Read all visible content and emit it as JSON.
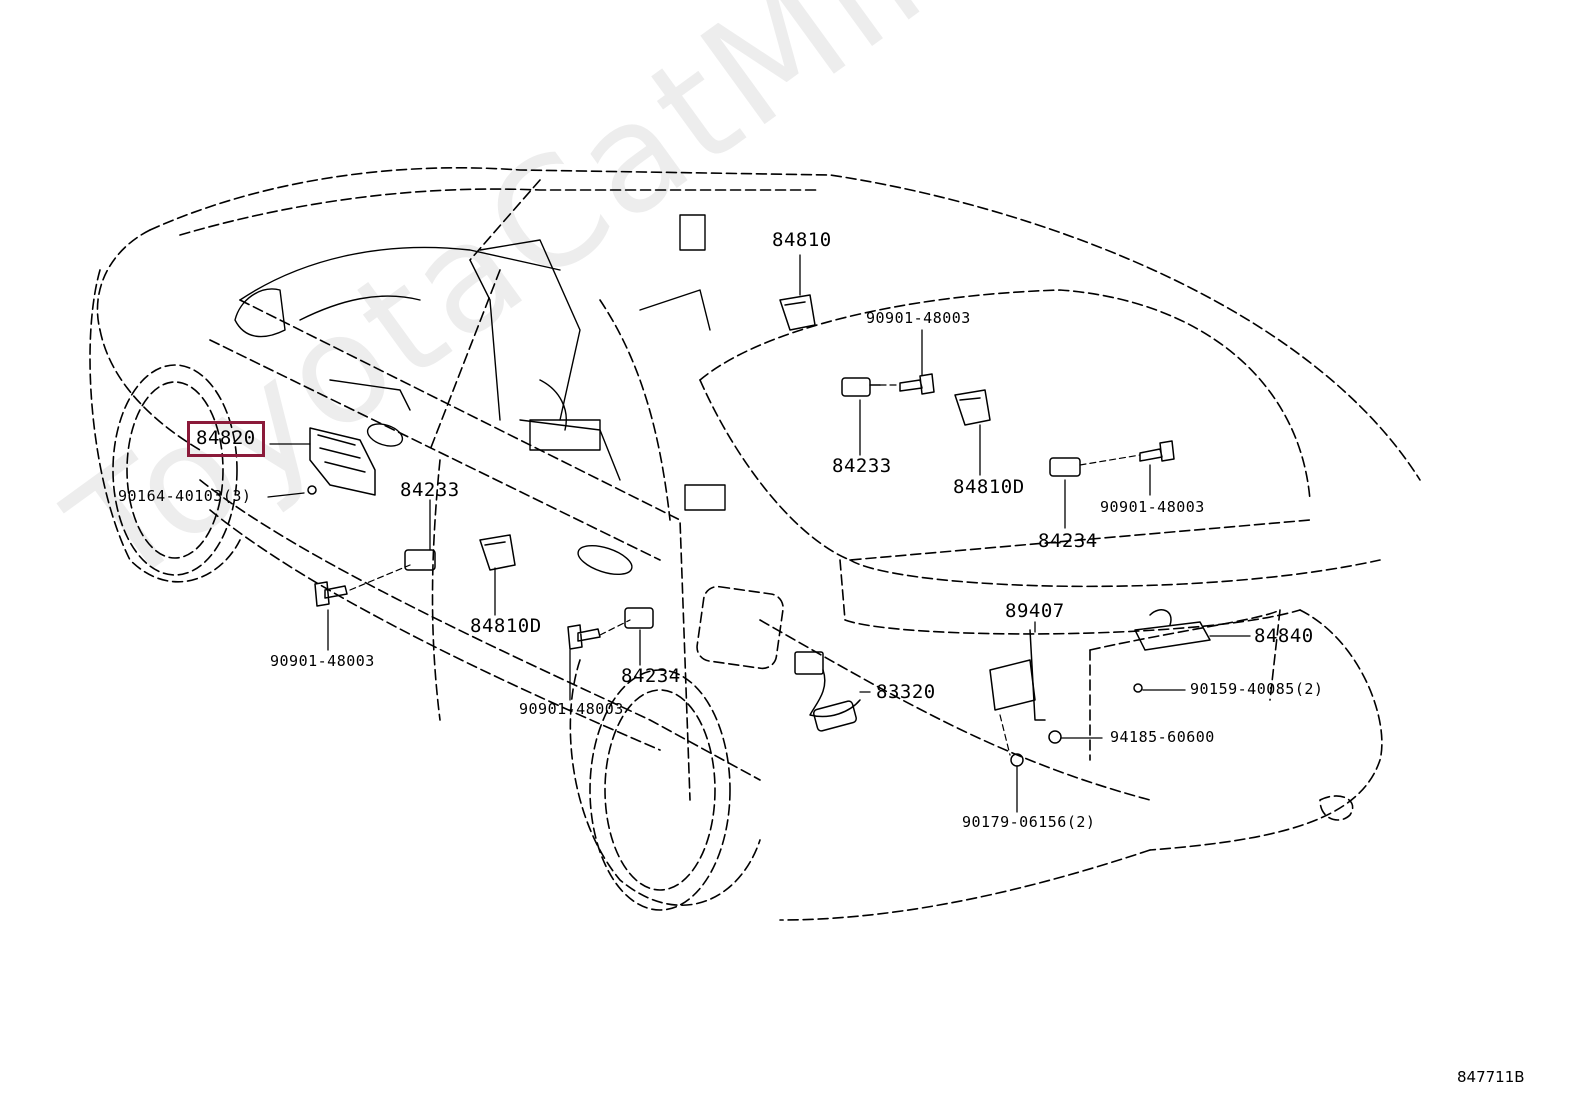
{
  "watermark": "ToyotaCatMine.ru",
  "diagram_code": "847711B",
  "highlight_color": "#8b1a3a",
  "callouts": [
    {
      "id": "84820",
      "text": "84820",
      "highlighted": true
    },
    {
      "id": "90164-40103",
      "text": "90164-40103(3)"
    },
    {
      "id": "84233-front",
      "text": "84233"
    },
    {
      "id": "84810D-front",
      "text": "84810D"
    },
    {
      "id": "90901-48003-front-door",
      "text": "90901-48003"
    },
    {
      "id": "90901-48003-rear-door",
      "text": "90901-48003"
    },
    {
      "id": "84234-rear-door",
      "text": "84234"
    },
    {
      "id": "83320",
      "text": "83320"
    },
    {
      "id": "84810",
      "text": "84810"
    },
    {
      "id": "90901-48003-top",
      "text": "90901-48003"
    },
    {
      "id": "84233-top",
      "text": "84233"
    },
    {
      "id": "84810D-top",
      "text": "84810D"
    },
    {
      "id": "84234-right",
      "text": "84234"
    },
    {
      "id": "90901-48003-right",
      "text": "90901-48003"
    },
    {
      "id": "89407",
      "text": "89407"
    },
    {
      "id": "84840",
      "text": "84840"
    },
    {
      "id": "90159-40085",
      "text": "90159-40085(2)"
    },
    {
      "id": "94185-60600",
      "text": "94185-60600"
    },
    {
      "id": "90179-06156",
      "text": "90179-06156(2)"
    }
  ]
}
